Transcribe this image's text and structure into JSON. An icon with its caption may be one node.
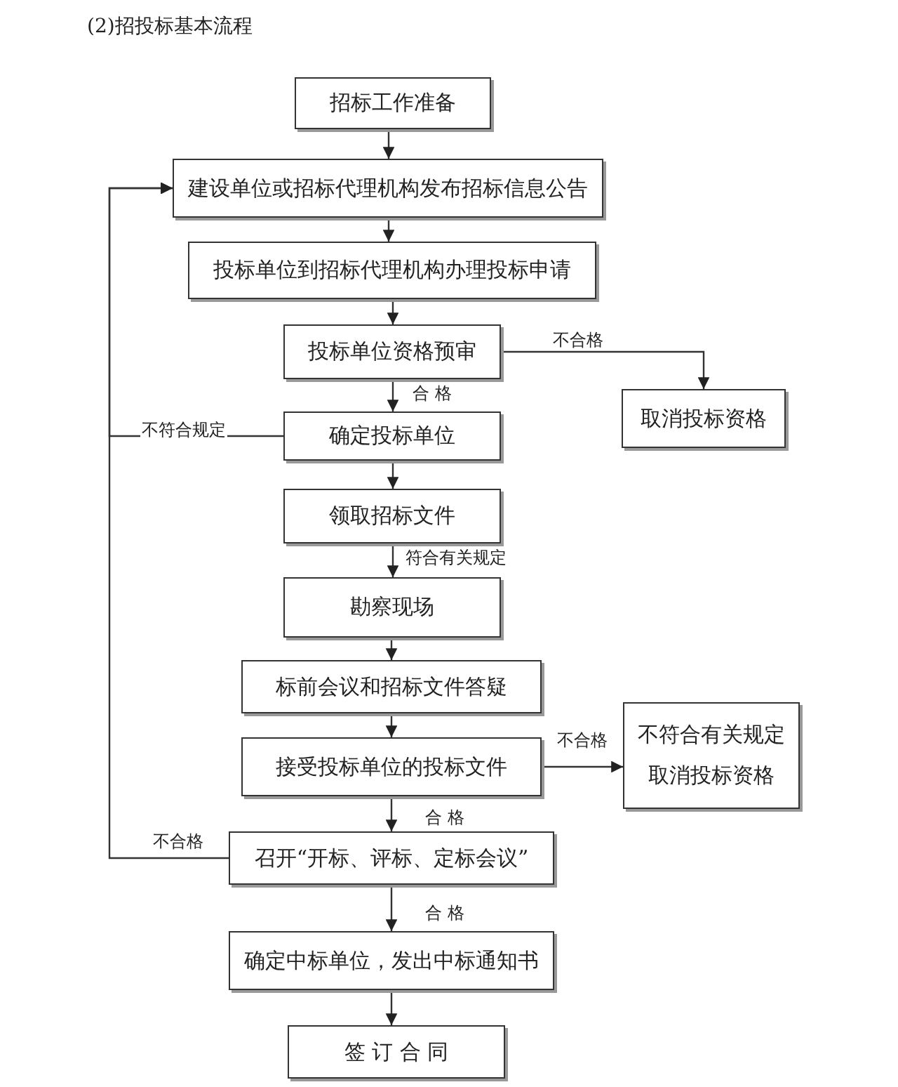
{
  "diagram": {
    "title": "(2)招投标基本流程",
    "nodes": [
      {
        "text": [
          "招标工作准备"
        ]
      },
      {
        "text": [
          "建设单位或招标代理机构发布招标信息公告"
        ]
      },
      {
        "text": [
          "投标单位到招标代理机构办理投标申请"
        ]
      },
      {
        "text": [
          "投标单位资格预审"
        ]
      },
      {
        "text": [
          "取消投标资格"
        ]
      },
      {
        "text": [
          "确定投标单位"
        ]
      },
      {
        "text": [
          "领取招标文件"
        ]
      },
      {
        "text": [
          "勘察现场"
        ]
      },
      {
        "text": [
          "标前会议和招标文件答疑"
        ]
      },
      {
        "text": [
          "接受投标单位的投标文件"
        ]
      },
      {
        "text": [
          "不符合有关规定",
          "取消投标资格"
        ]
      },
      {
        "text": [
          "召开“开标、评标、定标会议”"
        ]
      },
      {
        "text": [
          "确定中标单位，发出中标通知书"
        ]
      },
      {
        "text": [
          "签 订 合 同"
        ]
      }
    ],
    "edges": [
      {
        "from": 0,
        "to": 1,
        "arrow": "to"
      },
      {
        "from": 1,
        "to": 2,
        "arrow": "to"
      },
      {
        "from": 2,
        "to": 3,
        "arrow": "to"
      },
      {
        "from": 3,
        "to": 4,
        "arrow": "to",
        "label": "不合格"
      },
      {
        "from": 3,
        "to": 5,
        "arrow": "to",
        "label": "合 格"
      },
      {
        "from": 5,
        "to": 1,
        "arrow": "to",
        "label": "不符合规定"
      },
      {
        "from": 5,
        "to": 6,
        "arrow": "to"
      },
      {
        "from": 6,
        "to": 7,
        "arrow": "to",
        "label": "符合有关规定"
      },
      {
        "from": 7,
        "to": 8,
        "arrow": "to"
      },
      {
        "from": 8,
        "to": 9,
        "arrow": "to"
      },
      {
        "from": 9,
        "to": 10,
        "arrow": "to",
        "label": "不合格"
      },
      {
        "from": 9,
        "to": 11,
        "arrow": "to",
        "label": "合 格"
      },
      {
        "from": 11,
        "to": 1,
        "arrow": "to",
        "label": "不合格"
      },
      {
        "from": 11,
        "to": 12,
        "arrow": "to",
        "label": "合 格"
      },
      {
        "from": 12,
        "to": 13,
        "arrow": "to"
      }
    ]
  }
}
